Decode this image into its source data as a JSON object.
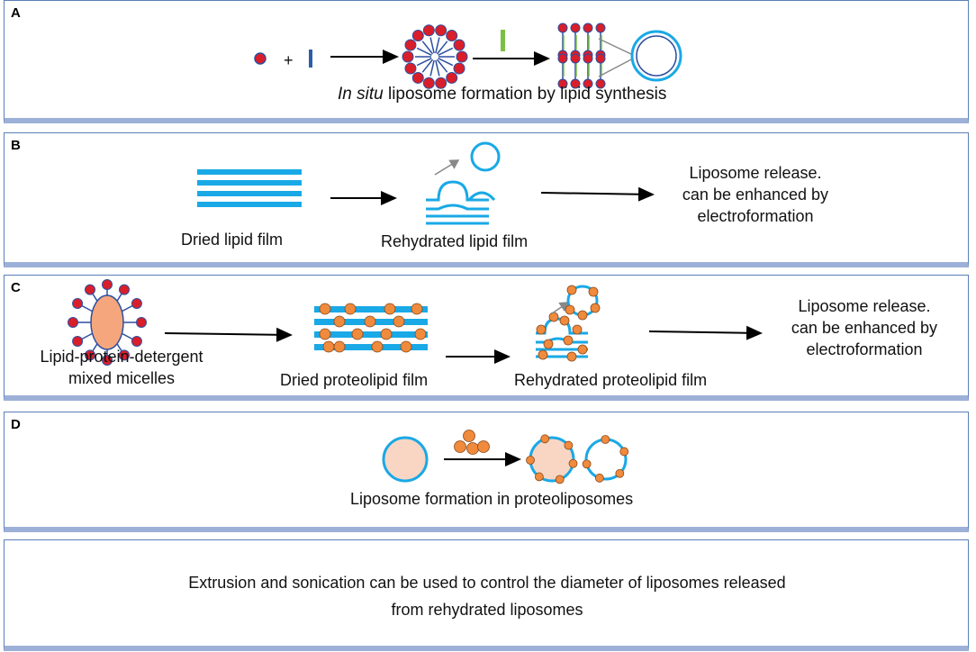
{
  "panels": {
    "A": {
      "letter": "A",
      "plus": "+",
      "caption_italic": "In situ",
      "caption_rest": " liposome formation by lipid synthesis"
    },
    "B": {
      "letter": "B",
      "dried": "Dried lipid film",
      "rehydrated": "Rehydrated lipid film",
      "release_line1": "Liposome release.",
      "release_line2": "can be enhanced by",
      "release_line3": "electroformation"
    },
    "C": {
      "letter": "C",
      "micelles_line1": "Lipid-protein-detergent",
      "micelles_line2": "mixed micelles",
      "dried": "Dried proteolipid film",
      "rehydrated": "Rehydrated proteolipid film",
      "release_line1": "Liposome release.",
      "release_line2": "can be enhanced by",
      "release_line3": "electroformation"
    },
    "D": {
      "letter": "D",
      "caption": "Liposome formation in proteoliposomes"
    },
    "E": {
      "line1": "Extrusion and sonication can be used to control the diameter of liposomes released",
      "line2": "from rehydrated liposomes"
    }
  },
  "colors": {
    "lipid_head": "#d91e2a",
    "lipid_outline": "#2d4fa0",
    "membrane_blue": "#19a9e6",
    "protein_orange": "#f08a3c",
    "vesicle_fill": "#f9d6c4",
    "green_tail": "#7bc043",
    "panel_border": "#5b7fb8"
  }
}
